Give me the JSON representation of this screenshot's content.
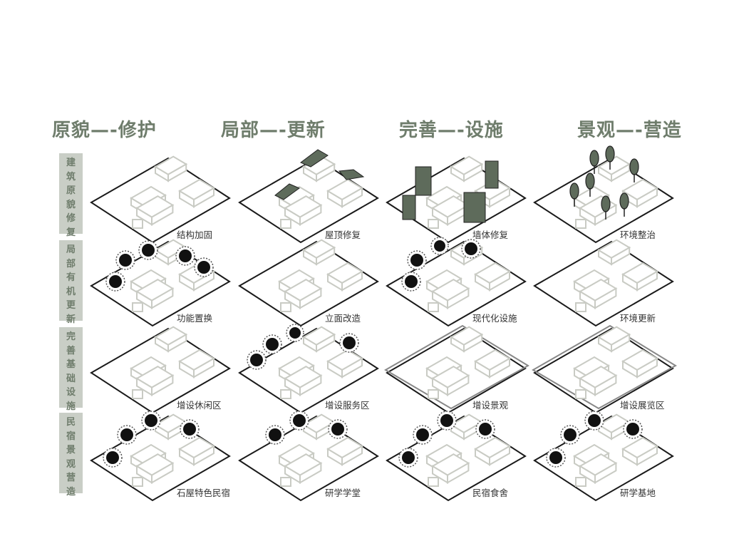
{
  "columns": [
    {
      "title": "原貌—-修护",
      "accent": "#6f7d6c"
    },
    {
      "title": "局部—-更新",
      "accent": "#6f7d6c"
    },
    {
      "title": "完善—-设施",
      "accent": "#6f7d6c"
    },
    {
      "title": "景观—-营造",
      "accent": "#6f7d6c"
    }
  ],
  "rows": [
    {
      "label": [
        "建",
        "筑",
        "原",
        "貌",
        "修",
        "复"
      ]
    },
    {
      "label": [
        "局",
        "部",
        "有",
        "机",
        "更",
        "新"
      ]
    },
    {
      "label": [
        "完",
        "善",
        "基",
        "础",
        "设",
        "施"
      ]
    },
    {
      "label": [
        "民",
        "宿",
        "景",
        "观",
        "营",
        "造"
      ]
    }
  ],
  "captions": [
    [
      "结构加固",
      "屋顶修复",
      "墙体修复",
      "环境整治"
    ],
    [
      "功能置换",
      "立面改造",
      "现代化设施",
      "环境更新"
    ],
    [
      "增设休闲区",
      "增设服务区",
      "增设景观",
      "增设展览区"
    ],
    [
      "石屋特色民宿",
      "研学学堂",
      "民宿食舍",
      "研学基地"
    ]
  ],
  "colors": {
    "outline": "#1a1a1a",
    "building": "#c9cbc4",
    "accent_fill": "#5e6b5b",
    "zone_fill": "#c8ccc4",
    "label_bg": "#c9cec6"
  },
  "icons": [
    "utensils-icon",
    "restroom-icon",
    "wifi-icon",
    "camera-icon",
    "food-icon",
    "tree-icon",
    "cup-icon",
    "bike-icon"
  ]
}
